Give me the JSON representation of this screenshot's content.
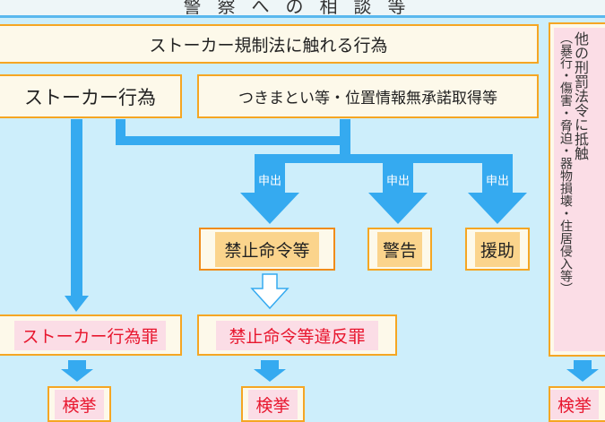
{
  "title": "警察への相談等",
  "stalker_law_acts": "ストーカー規制法に触れる行為",
  "stalking": "ストーカー行為",
  "following_etc": "つきまとい等・位置情報無承諾取得等",
  "report_label": "申出",
  "prohibition_order": "禁止命令等",
  "warning": "警告",
  "assistance": "援助",
  "stalking_crime": "ストーカー行為罪",
  "order_violation_crime": "禁止命令等違反罪",
  "arrest": "検挙",
  "other_laws_title": "他の刑罰法令に抵触",
  "other_laws_detail": "（暴行・傷害・脅迫・器物損壊・住居侵入等）"
}
